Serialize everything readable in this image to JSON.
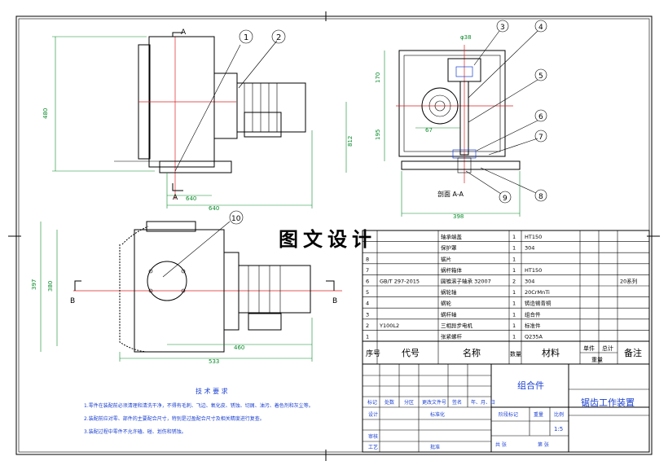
{
  "watermark": "图文设计",
  "views": {
    "section_label_a": "A",
    "section_label_b": "B",
    "section_caption": "剖面 A-A",
    "balloons": [
      "1",
      "2",
      "3",
      "4",
      "5",
      "6",
      "7",
      "8",
      "9",
      "10"
    ]
  },
  "dimensions": {
    "front": {
      "height_480": "480",
      "height_812": "812",
      "w_640a": "640",
      "w_640b": "640"
    },
    "side": {
      "d38": "φ38",
      "h170": "170",
      "h195": "195",
      "w67": "67",
      "w398": "398"
    },
    "top": {
      "h397": "397",
      "h380": "380",
      "w460": "460",
      "w533": "533"
    }
  },
  "parts": [
    {
      "no": "",
      "code": "",
      "name": "轴承端盖",
      "qty": "1",
      "material": "HT150",
      "note": ""
    },
    {
      "no": "",
      "code": "",
      "name": "保护罩",
      "qty": "1",
      "material": "304",
      "note": ""
    },
    {
      "no": "8",
      "code": "",
      "name": "锯片",
      "qty": "1",
      "material": "",
      "note": ""
    },
    {
      "no": "7",
      "code": "",
      "name": "蜗杆箱体",
      "qty": "1",
      "material": "HT150",
      "note": ""
    },
    {
      "no": "6",
      "code": "GB/T 297-2015",
      "name": "圆锥滚子轴承 32007",
      "qty": "2",
      "material": "304",
      "note": "20系列"
    },
    {
      "no": "5",
      "code": "",
      "name": "蜗轮轴",
      "qty": "1",
      "material": "20CrMnTi",
      "note": ""
    },
    {
      "no": "4",
      "code": "",
      "name": "蜗轮",
      "qty": "1",
      "material": "铸造锡青铜",
      "note": ""
    },
    {
      "no": "3",
      "code": "",
      "name": "蜗杆轴",
      "qty": "1",
      "material": "组合件",
      "note": ""
    },
    {
      "no": "2",
      "code": "Y100L2",
      "name": "三相异步电机",
      "qty": "1",
      "material": "标准件",
      "note": ""
    },
    {
      "no": "1",
      "code": "",
      "name": "张紧螺杆",
      "qty": "1",
      "material": "Q235A",
      "note": ""
    }
  ],
  "bom_header": {
    "seq": "序号",
    "code": "代号",
    "name": "名称",
    "qty": "数量",
    "material": "材料",
    "single": "单件",
    "total": "总计",
    "weight": "重量",
    "note": "备注"
  },
  "tech": {
    "title": "技 术 要 求",
    "items": [
      "1.零件在装配前必须清理和清洗干净，不得有毛刺、飞边、氧化皮、锈蚀、切屑、油污、着色剂和灰尘等。",
      "2.装配前应对零、部件的主要配合尺寸，特别是过盈配合尺寸及相关精度进行复查。",
      "3.装配过程中零件不允许磕、碰、划伤和锈蚀。"
    ]
  },
  "title_block": {
    "assembly": "组合件",
    "drawing_name": "锯齿工作装置",
    "mark": "标记",
    "count": "处数",
    "zone": "分区",
    "change_doc": "更改文件号",
    "sign": "签名",
    "date": "年、月、日",
    "design": "设计",
    "standardize": "标准化",
    "review": "审核",
    "process": "工艺",
    "approve": "批准",
    "stage_mark": "阶段标记",
    "weight": "重量",
    "scale": "比例",
    "scale_value": "1:5",
    "sheets_total": "共  张",
    "sheet_no": "第  张"
  }
}
